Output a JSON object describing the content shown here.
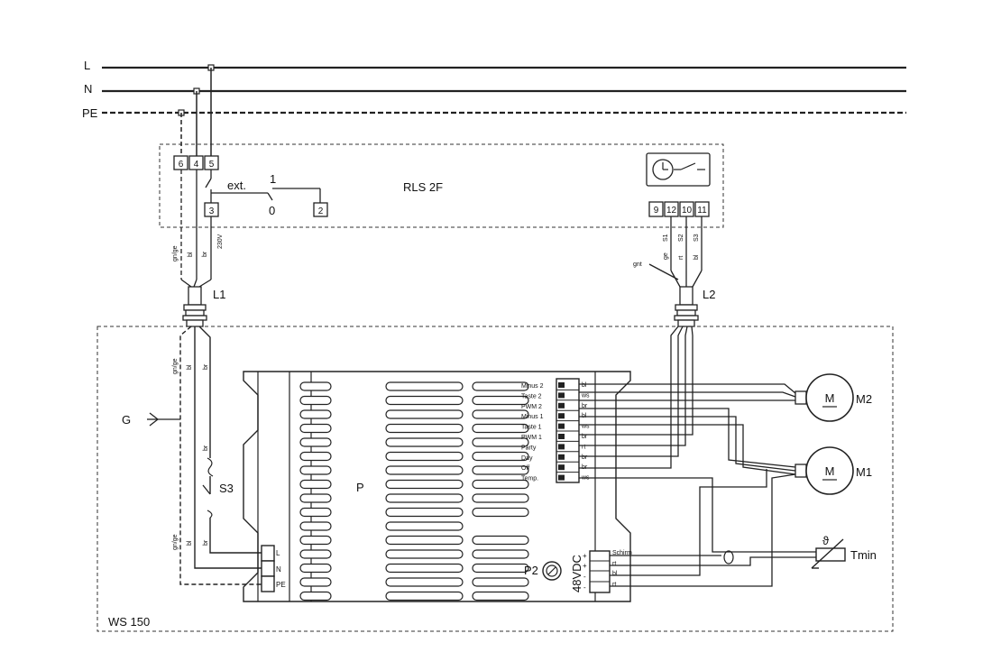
{
  "mains": {
    "l": "L",
    "n": "N",
    "pe": "PE"
  },
  "rls": {
    "title": "RLS 2F",
    "ext_label": "ext.",
    "pos_1": "1",
    "pos_0": "0",
    "terminals_left": [
      "6",
      "4",
      "5"
    ],
    "terminal_3": "3",
    "terminal_2": "2",
    "terminals_right": [
      "9",
      "12",
      "10",
      "11"
    ],
    "left_wires": [
      "gn/ge",
      "bl",
      "br",
      "230V"
    ],
    "right_wires": [
      "S1",
      "S2",
      "S3"
    ],
    "right_colors": [
      "ge",
      "rt",
      "bl"
    ],
    "gnt_label": "gnt"
  },
  "glands": {
    "l1": "L1",
    "l2": "L2"
  },
  "ws": {
    "title": "WS 150",
    "board_label": "P",
    "ground_label": "G",
    "switch_label": "S3",
    "pot_label": "P2",
    "power_terminals": [
      "L",
      "N",
      "PE"
    ],
    "left_wire_top": [
      "gn/ge",
      "bl",
      "br"
    ],
    "left_wire_mid": "br",
    "left_wire_bottom": [
      "gn/ge",
      "bl",
      "br"
    ],
    "signals": [
      "Minus 2",
      "Taste 2",
      "PWM 2",
      "Minus 1",
      "Taste 1",
      "PWM 1",
      "Party",
      "Day",
      "Off",
      "Temp."
    ],
    "signal_colors": [
      "bl",
      "ws",
      "br",
      "bl",
      "ws",
      "br",
      "rt",
      "br",
      "br",
      "ws"
    ],
    "lv_label": "48VDC",
    "lv_signs": [
      "+",
      "+",
      "-",
      "-"
    ],
    "lv_wires": [
      "Schirm",
      "rt",
      "bl",
      "rt"
    ]
  },
  "motors": [
    {
      "symbol": "M",
      "label": "M2"
    },
    {
      "symbol": "M",
      "label": "M1"
    }
  ],
  "sensor": {
    "label": "Tmin",
    "symbol": "ϑ"
  }
}
